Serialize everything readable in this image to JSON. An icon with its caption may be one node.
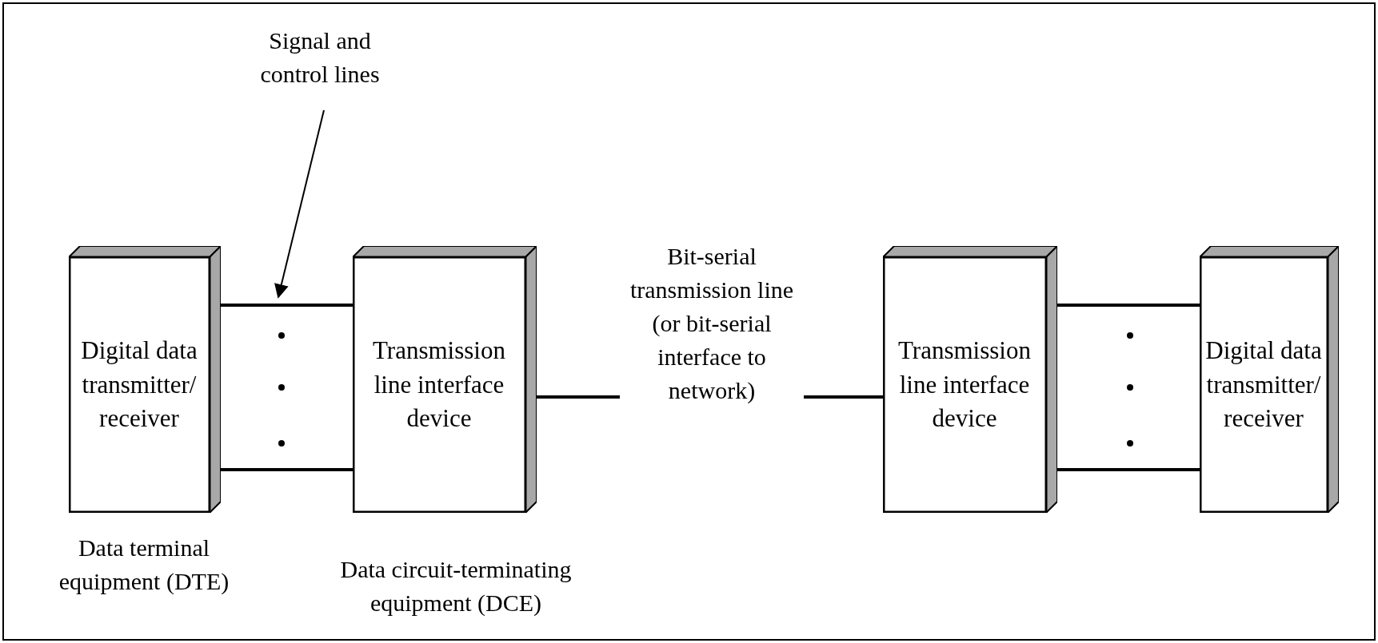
{
  "diagram": {
    "nodes": [
      {
        "text": [
          "Digital data transmitter/ receiver"
        ],
        "beside": [
          "Data terminal equipment (DTE)"
        ]
      },
      {
        "text": [
          "Transmission line interface device"
        ],
        "beside": [
          "Data circuit-terminating equipment (DCE)"
        ]
      },
      {
        "text": [
          "Transmission line interface device"
        ]
      },
      {
        "text": [
          "Digital data transmitter/ receiver"
        ]
      },
      {
        "text": [
          "Signal and control lines"
        ]
      }
    ],
    "edges": [
      {
        "from": 0,
        "to": 1,
        "arrow": "none"
      },
      {
        "from": 0,
        "to": 1,
        "arrow": "none"
      },
      {
        "from": 1,
        "to": 2,
        "arrow": "none",
        "label": "Bit-serial transmission line (or bit-serial interface to network)"
      },
      {
        "from": 2,
        "to": 3,
        "arrow": "none"
      },
      {
        "from": 2,
        "to": 3,
        "arrow": "none"
      },
      {
        "from": 4,
        "to": null,
        "arrow": "to"
      }
    ]
  }
}
